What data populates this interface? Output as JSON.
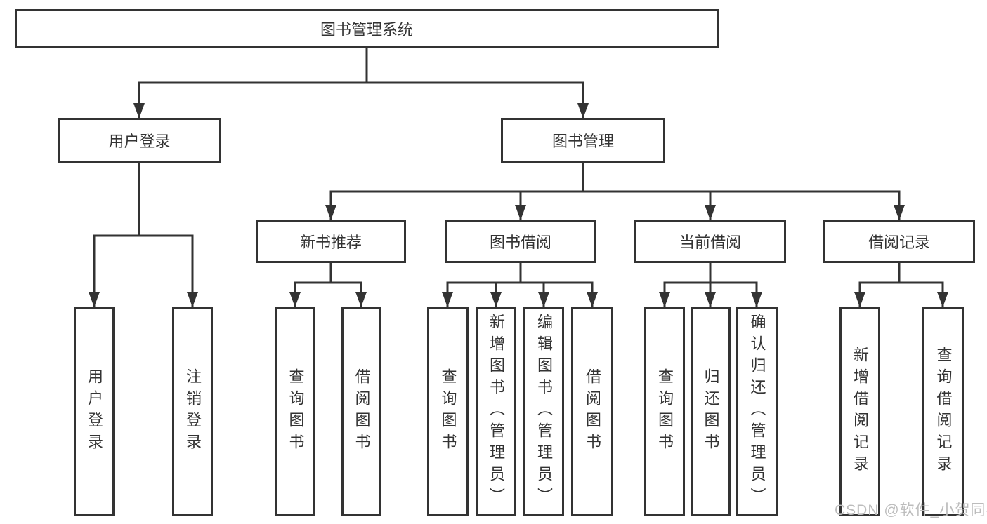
{
  "colors": {
    "line": "#333333",
    "text": "#333333",
    "box_background": "#ffffff",
    "background": "#ffffff",
    "watermark": "#bcbcbc"
  },
  "diagram": {
    "type": "hierarchy-tree",
    "root": {
      "label": "图书管理系统"
    },
    "branches": [
      {
        "label": "用户登录",
        "leaves": [
          {
            "label": "用户登录"
          },
          {
            "label": "注销登录"
          }
        ]
      },
      {
        "label": "图书管理",
        "sections": [
          {
            "label": "新书推荐",
            "leaves": [
              {
                "label": "查询图书"
              },
              {
                "label": "借阅图书"
              }
            ]
          },
          {
            "label": "图书借阅",
            "leaves": [
              {
                "label": "查询图书"
              },
              {
                "label": "新增图书（管理员）"
              },
              {
                "label": "编辑图书（管理员）"
              },
              {
                "label": "借阅图书"
              }
            ]
          },
          {
            "label": "当前借阅",
            "leaves": [
              {
                "label": "查询图书"
              },
              {
                "label": "归还图书"
              },
              {
                "label": "确认归还（管理员）"
              }
            ]
          },
          {
            "label": "借阅记录",
            "leaves": [
              {
                "label": "新增借阅记录"
              },
              {
                "label": "查询借阅记录"
              }
            ]
          }
        ]
      }
    ]
  },
  "watermark": {
    "text": "CSDN @软件_小贺同学"
  }
}
